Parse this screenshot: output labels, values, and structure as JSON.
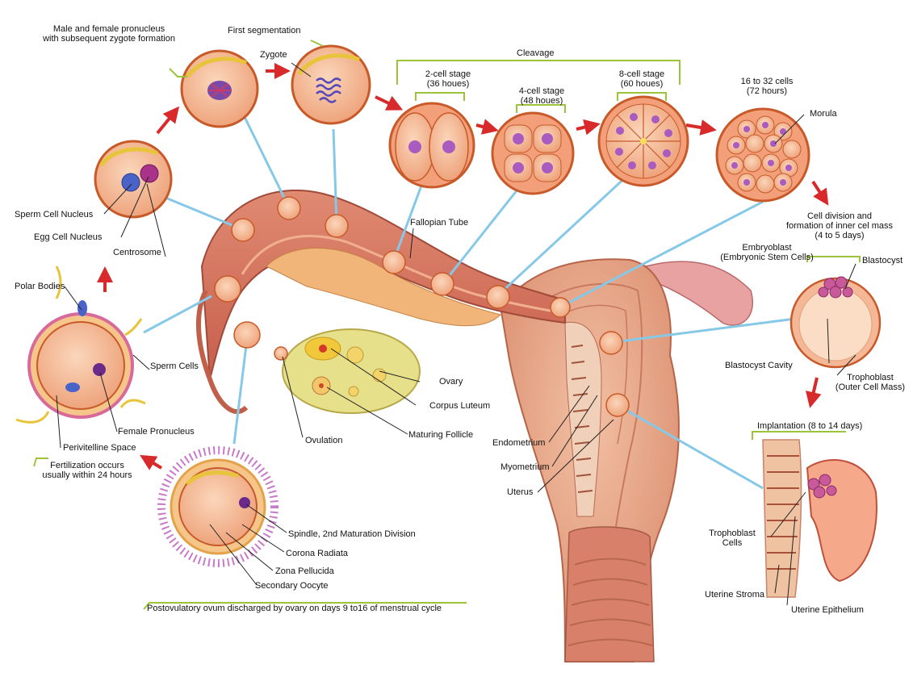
{
  "labels": {
    "male_female_pronucleus": [
      "Male and female pronucleus",
      "with subsequent zygote formation"
    ],
    "first_segmentation": "First segmentation",
    "zygote": "Zygote",
    "cleavage": "Cleavage",
    "two_cell": [
      "2-cell stage",
      "(36 houes)"
    ],
    "four_cell": [
      "4-cell stage",
      "(48 houes)"
    ],
    "eight_cell": [
      "8-cell stage",
      "(60 houes)"
    ],
    "sixteen_cell": [
      "16 to 32 cells",
      "(72 hours)"
    ],
    "morula": "Morula",
    "cell_division": [
      "Cell division and",
      "formation of inner cel mass",
      "(4 to 5 days)"
    ],
    "embryoblast": [
      "Embryoblast",
      "(Embryonic Stem Cells)"
    ],
    "blastocyst": "Blastocyst",
    "blastocyst_cavity": "Blastocyst Cavity",
    "trophoblast": [
      "Trophoblast",
      "(Outer Cell Mass)"
    ],
    "implantation": "Implantation (8 to 14 days)",
    "trophoblast_cells": [
      "Trophoblast",
      "Cells"
    ],
    "uterine_stroma": "Uterine Stroma",
    "uterine_epithelium": "Uterine Epithelium",
    "sperm_cell_nucleus": "Sperm Cell Nucleus",
    "egg_cell_nucleus": "Egg Cell Nucleus",
    "centrosome": "Centrosome",
    "polar_bodies": "Polar Bodies",
    "sperm_cells": "Sperm Cells",
    "female_pronucleus": "Female Pronucleus",
    "perivitelline_space": "Perivitelline Space",
    "fertilization": [
      "Fertilization occurs",
      "usually within 24 hours"
    ],
    "fallopian_tube": "Fallopian Tube",
    "ovary": "Ovary",
    "corpus_luteum": "Corpus Luteum",
    "maturing_follicle": "Maturing Follicle",
    "ovulation": "Ovulation",
    "endometrium": "Endometrium",
    "myometrium": "Myometrium",
    "uterus": "Uterus",
    "spindle": "Spindle, 2nd Maturation Division",
    "corona_radiata": "Corona Radiata",
    "zona_pellucida": "Zona Pellucida",
    "secondary_oocyte": "Secondary Oocyte",
    "postovulatory": "Postovulatory ovum discharged by ovary on days 9 to16 of menstrual cycle"
  },
  "colors": {
    "cell_fill": "#f2b48f",
    "cell_membrane": "#c85a2a",
    "nucleus": "#a95bc0",
    "connector_blue": "#86c8e8",
    "bracket_green": "#9cc43a",
    "arrow_red": "#d82a2a",
    "tissue": "#e8a789",
    "ovary_yellow": "#e7e08a",
    "sperm_yellow": "#e8c43a"
  }
}
